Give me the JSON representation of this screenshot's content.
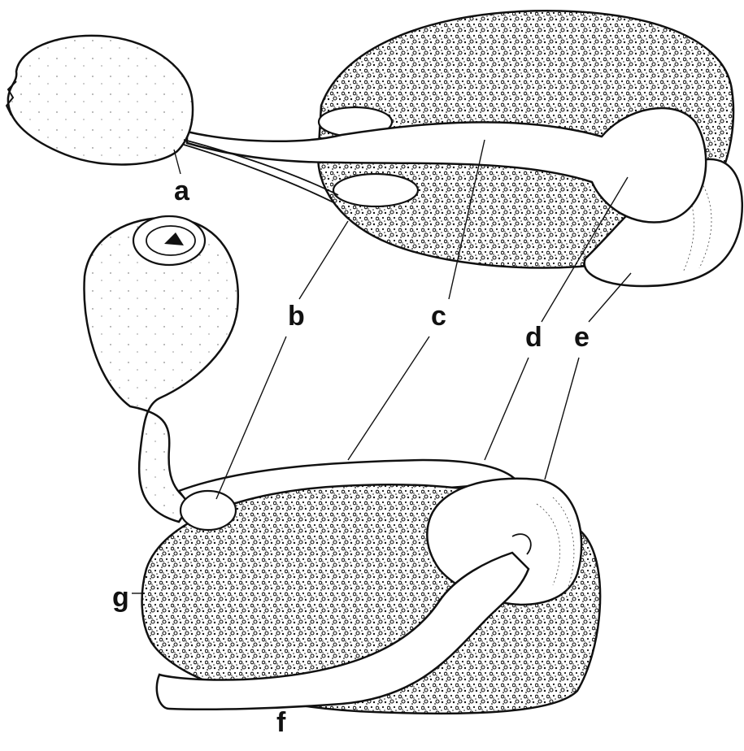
{
  "labels": {
    "a": "a",
    "b": "b",
    "c": "c",
    "d": "d",
    "e": "e",
    "f": "f",
    "g": "g"
  },
  "colors": {
    "ink": "#111111",
    "fill_light": "#ffffff",
    "fill_dark": "#2b2b2b"
  }
}
